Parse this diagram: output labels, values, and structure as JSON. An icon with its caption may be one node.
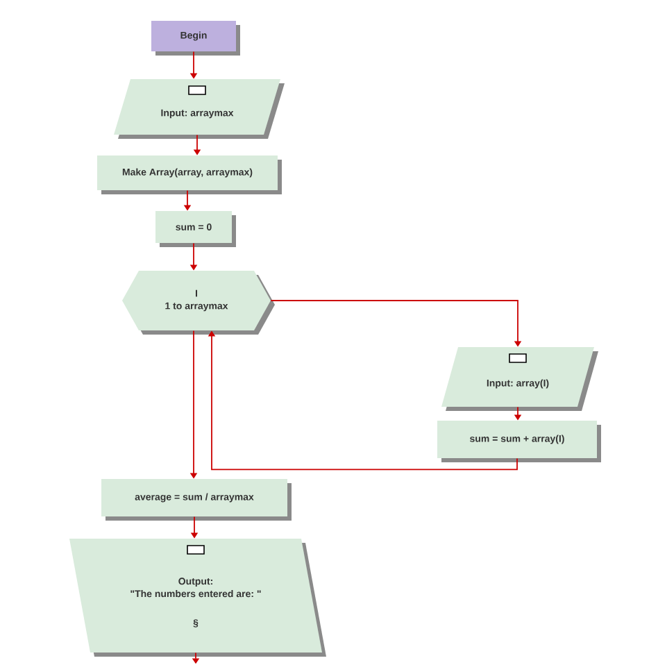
{
  "diagram": {
    "nodes": [
      {
        "text": [
          "Begin"
        ]
      },
      {
        "text": [
          "Input: arraymax"
        ]
      },
      {
        "text": [
          "Make Array(array, arraymax)"
        ]
      },
      {
        "text": [
          "sum = 0"
        ]
      },
      {
        "text": [
          "I",
          "1 to arraymax"
        ]
      },
      {
        "text": [
          "Input: array(I)"
        ]
      },
      {
        "text": [
          "sum = sum + array(I)"
        ]
      },
      {
        "text": [
          "average = sum / arraymax"
        ]
      },
      {
        "text": [
          "Output:",
          "\"The numbers entered are: \"",
          "§"
        ]
      }
    ],
    "edges": [
      {
        "from": 0,
        "to": 1,
        "arrow": "to"
      },
      {
        "from": 1,
        "to": 2,
        "arrow": "to"
      },
      {
        "from": 2,
        "to": 3,
        "arrow": "to"
      },
      {
        "from": 3,
        "to": 4,
        "arrow": "to"
      },
      {
        "from": 4,
        "to": 5,
        "arrow": "to"
      },
      {
        "from": 5,
        "to": 6,
        "arrow": "to"
      },
      {
        "from": 6,
        "to": 4,
        "arrow": "to"
      },
      {
        "from": 4,
        "to": 7,
        "arrow": "to"
      },
      {
        "from": 7,
        "to": 8,
        "arrow": "to"
      },
      {
        "from": 8,
        "to": null,
        "arrow": "to"
      }
    ]
  }
}
